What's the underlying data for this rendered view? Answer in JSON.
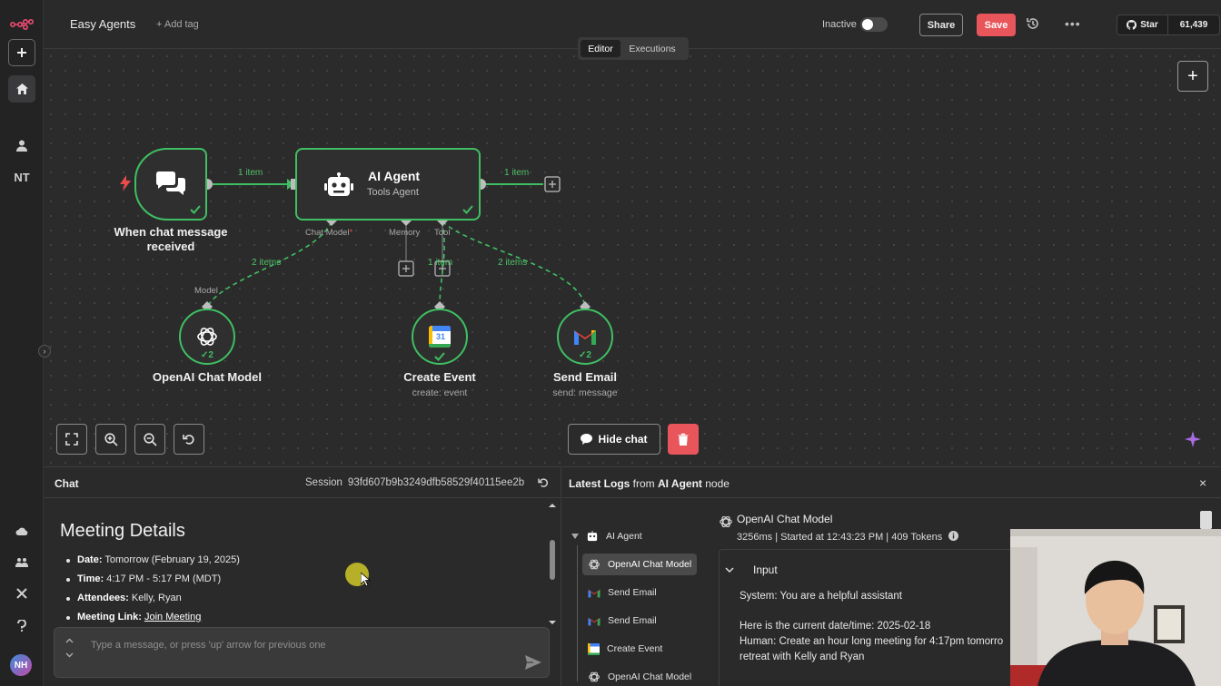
{
  "sidebar": {
    "user_initials_short": "NT",
    "avatar_initials": "NH"
  },
  "header": {
    "workflow_name": "Easy Agents",
    "add_tag": "+ Add tag",
    "status_label": "Inactive",
    "share_label": "Share",
    "save_label": "Save",
    "github_star_label": "Star",
    "github_star_count": "61,439"
  },
  "tabs": [
    {
      "label": "Editor",
      "active": true
    },
    {
      "label": "Executions",
      "active": false
    }
  ],
  "canvas": {
    "nodes": {
      "trigger": {
        "label_line1": "When chat message",
        "label_line2": "received",
        "icon": "chat-bubbles-icon"
      },
      "agent": {
        "title": "AI Agent",
        "subtitle": "Tools Agent",
        "icon": "robot-icon"
      },
      "openai": {
        "label": "OpenAI Chat Model",
        "icon": "openai-icon",
        "badge": "2"
      },
      "calendar": {
        "label": "Create Event",
        "sub": "create: event",
        "icon": "google-calendar-icon"
      },
      "gmail": {
        "label": "Send Email",
        "sub": "send: message",
        "icon": "gmail-icon",
        "badge": "2"
      }
    },
    "edges": {
      "trigger_to_agent": "1 item",
      "agent_out": "1 item",
      "model_edge": "2 items",
      "tool_edge_calendar": "1 item",
      "tool_edge_gmail": "2 items"
    },
    "ports": {
      "chat_model": "Chat Model",
      "chat_model_required": "*",
      "memory": "Memory",
      "tool": "Tool",
      "model": "Model"
    },
    "calendar_day": "31",
    "hide_chat_label": "Hide chat"
  },
  "chat": {
    "title": "Chat",
    "session_label": "Session",
    "session_id": "93fd607b9b3249dfb58529f40115ee2b",
    "heading": "Meeting Details",
    "items": [
      {
        "key": "Date:",
        "value": " Tomorrow (February 19, 2025)"
      },
      {
        "key": "Time:",
        "value": " 4:17 PM - 5:17 PM (MDT)"
      },
      {
        "key": "Attendees:",
        "value": " Kelly, Ryan"
      },
      {
        "key": "Meeting Link:",
        "value": " ",
        "link": "Join Meeting"
      }
    ],
    "input_placeholder": "Type a message, or press 'up' arrow for previous one"
  },
  "logs": {
    "title_prefix": "Latest Logs",
    "title_mid": " from ",
    "title_node": "AI Agent",
    "title_suffix": " node",
    "tree": [
      {
        "label": "AI Agent",
        "icon": "robot-icon"
      },
      {
        "label": "OpenAI Chat Model",
        "icon": "openai-icon",
        "selected": true
      },
      {
        "label": "Send Email",
        "icon": "gmail-icon"
      },
      {
        "label": "Send Email",
        "icon": "gmail-icon"
      },
      {
        "label": "Create Event",
        "icon": "google-calendar-icon"
      },
      {
        "label": "OpenAI Chat Model",
        "icon": "openai-icon"
      }
    ],
    "detail": {
      "title": "OpenAI Chat Model",
      "meta": "3256ms | Started at 12:43:23 PM | 409 Tokens",
      "section": "Input",
      "lines": [
        "System: You are a helpful assistant",
        "",
        "Here is the current date/time: 2025-02-18",
        "Human: Create an hour long meeting for 4:17pm tomorro",
        "retreat with Kelly and Ryan"
      ]
    }
  },
  "colors": {
    "accent_green": "#3fbf62",
    "save_red": "#e8555a",
    "background": "#2a2a2b"
  }
}
